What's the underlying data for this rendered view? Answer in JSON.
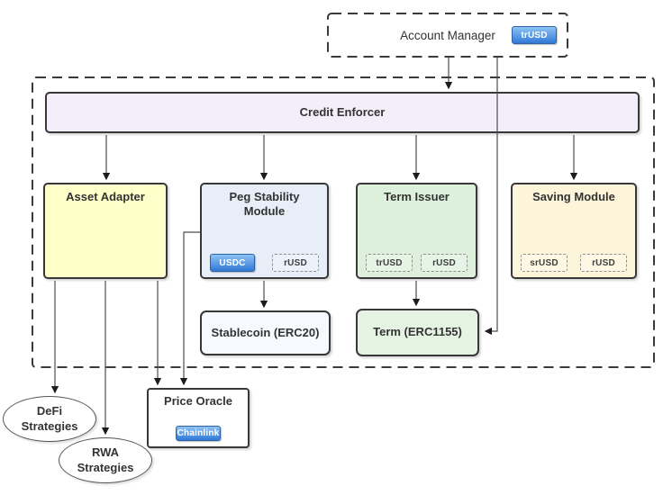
{
  "diagram": {
    "type": "architecture-flowchart",
    "nodes": {
      "account_manager": {
        "label": "Account Manager",
        "badge": "trUSD"
      },
      "credit_enforcer": {
        "label": "Credit Enforcer"
      },
      "asset_adapter": {
        "label": "Asset Adapter"
      },
      "peg_stability": {
        "label": "Peg Stability Module",
        "badge_solid": "USDC",
        "badge_dashed": "rUSD"
      },
      "term_issuer": {
        "label": "Term Issuer",
        "badge_dashed_1": "trUSD",
        "badge_dashed_2": "rUSD"
      },
      "saving_module": {
        "label": "Saving Module",
        "badge_dashed_1": "srUSD",
        "badge_dashed_2": "rUSD"
      },
      "stablecoin": {
        "label": "Stablecoin (ERC20)"
      },
      "term_token": {
        "label": "Term (ERC1155)"
      },
      "price_oracle": {
        "label": "Price Oracle",
        "badge": "Chainlink"
      },
      "defi_strategies": {
        "label": "DeFi Strategies"
      },
      "rwa_strategies": {
        "label": "RWA Strategies"
      }
    },
    "edges": [
      "account_manager -> credit_enforcer",
      "account_manager(trUSD) -> term_token",
      "credit_enforcer -> asset_adapter",
      "credit_enforcer -> peg_stability",
      "credit_enforcer -> term_issuer",
      "credit_enforcer -> saving_module",
      "peg_stability -> stablecoin",
      "term_issuer -> term_token",
      "asset_adapter -> defi_strategies",
      "asset_adapter -> rwa_strategies",
      "asset_adapter -> price_oracle",
      "peg_stability -> price_oracle"
    ],
    "colors": {
      "credit_enforcer_fill": "#f4eefa",
      "asset_adapter_fill": "#feffc9",
      "peg_stability_fill": "#e7eef8",
      "term_issuer_fill": "#ddf0db",
      "saving_module_fill": "#fcf5da",
      "stablecoin_fill": "#f6f9fd",
      "term_token_fill": "#e4f3e2",
      "price_oracle_fill": "#ffffff",
      "badge_blue": "#3079d6",
      "border_dark": "#383838",
      "connector": "#4d4d4d"
    }
  }
}
